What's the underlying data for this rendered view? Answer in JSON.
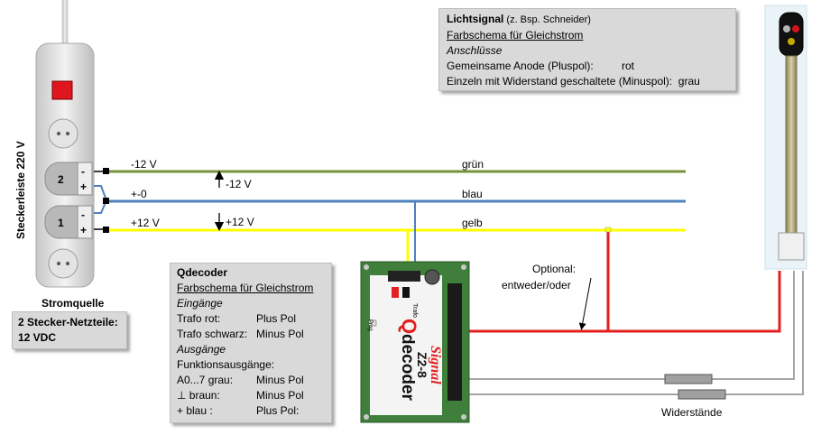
{
  "power_strip": {
    "title": "Steckerleiste 220 V",
    "socket_1": "1",
    "socket_2": "2",
    "minus": "-",
    "plus": "+",
    "caption": "Stromquelle"
  },
  "supply_note": {
    "line1": "2 Stecker-Netzteile:",
    "line2": "12 VDC"
  },
  "wires": {
    "minus12_label": "-12 V",
    "zero_label": "+-0",
    "plus12_label": "+12 V",
    "arrow_upper_label": "-12 V",
    "arrow_lower_label": "+12 V",
    "green": "grün",
    "blue": "blau",
    "yellow": "gelb"
  },
  "optional_note": {
    "line1": "Optional:",
    "line2": "entweder/oder"
  },
  "resistors_label": "Widerstände",
  "signal_box": {
    "title": "Lichtsignal",
    "title_suffix": " (z. Bsp. Schneider)",
    "scheme": "Farbschema für Gleichstrom",
    "section": "Anschlüsse",
    "row1_label": "Gemeinsame Anode  (Pluspol):",
    "row1_value": "rot",
    "row2_label": "Einzeln mit Widerstand geschaltete (Minuspol):",
    "row2_value": "grau"
  },
  "qdecoder_box": {
    "title": "Qdecoder",
    "scheme": "Farbschema für Gleichstrom",
    "inputs": "Eingänge",
    "in1_label": "Trafo rot:",
    "in1_value": "Plus Pol",
    "in2_label": "Trafo schwarz:",
    "in2_value": "Minus Pol",
    "outputs": "Ausgänge",
    "func": "Funktionsausgänge:",
    "out1_label": "A0...7 grau:",
    "out1_value": "Minus Pol",
    "out2_label": "⊥ braun:",
    "out2_value": "Minus Pol",
    "out3_label": "+ blau :",
    "out3_value": "Plus Pol:"
  },
  "decoder_board": {
    "brand_q": "Q",
    "brand": "decoder",
    "model": "Z2-8",
    "variant": "Signal",
    "trafo": "Trafo",
    "prog": "Prog"
  },
  "colors": {
    "green_wire": "#77933c",
    "blue_wire": "#4f81bd",
    "yellow_wire": "#ffff00",
    "red_wire": "#e41e1e",
    "grey_wire": "#a6a6a6",
    "box_bg": "#d9d9d9"
  }
}
